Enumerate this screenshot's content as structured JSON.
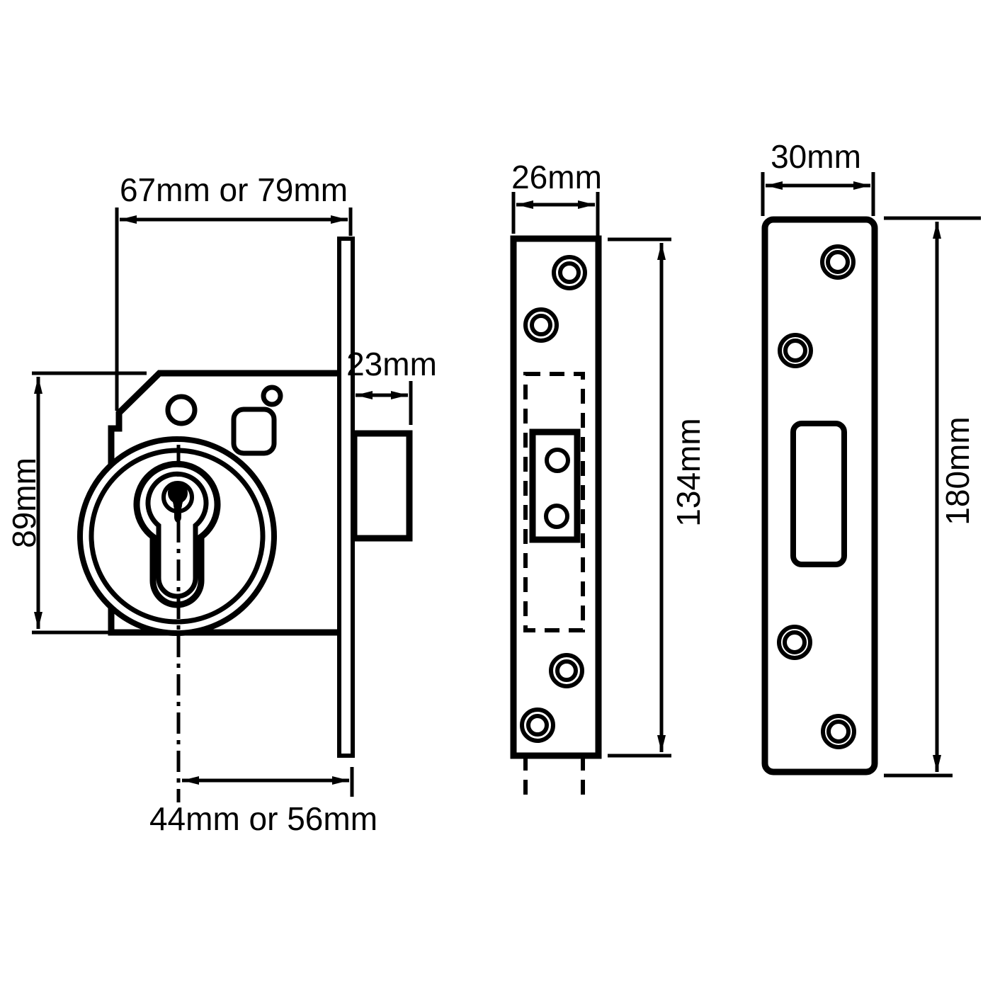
{
  "canvas": {
    "background": "#ffffff",
    "line_color": "#000000",
    "text_color": "#000000"
  },
  "labels": {
    "side_view": {
      "case_width": "67mm or 79mm",
      "case_height": "89mm",
      "bolt_throw": "23mm",
      "backset": "44mm or 56mm"
    },
    "forend_view": {
      "width": "26mm",
      "height": "134mm"
    },
    "strike_view": {
      "width": "30mm",
      "height": "180mm"
    }
  }
}
